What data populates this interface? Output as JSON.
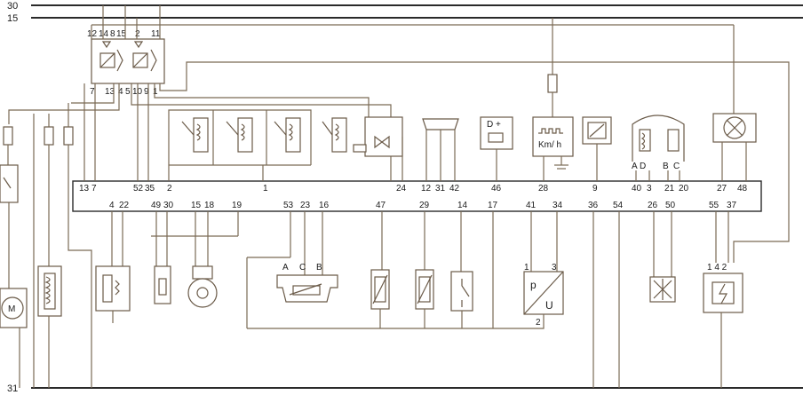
{
  "rails": [
    "30",
    "15",
    "31"
  ],
  "ecu_top_pins": [
    "13",
    "7",
    "52",
    "35",
    "2",
    "1",
    "24",
    "12",
    "31",
    "42",
    "46",
    "28",
    "9",
    "40",
    "3",
    "21",
    "20",
    "27",
    "48"
  ],
  "ecu_bottom_pins": [
    "4",
    "22",
    "49",
    "30",
    "15",
    "18",
    "19",
    "53",
    "23",
    "16",
    "47",
    "29",
    "14",
    "17",
    "41",
    "34",
    "36",
    "54",
    "26",
    "50",
    "55",
    "37"
  ],
  "relay_pins_top": [
    "12",
    "14",
    "8",
    "15",
    "2",
    "11"
  ],
  "relay_pins_bottom": [
    "7",
    "13",
    "4",
    "5",
    "10",
    "9",
    "1"
  ],
  "sensor_labels": {
    "diag": "D +",
    "speed": "Km/ h",
    "pedal_a": "A",
    "pedal_c": "C",
    "pedal_b": "B",
    "temp_a": "A",
    "temp_d": "D",
    "temp_b": "B",
    "temp_c": "C",
    "map_p": "p",
    "map_u": "U",
    "map_pin1": "1",
    "map_pin3": "3",
    "map_pin2": "2",
    "imm_pins": "1 4 2",
    "motor": "M"
  }
}
